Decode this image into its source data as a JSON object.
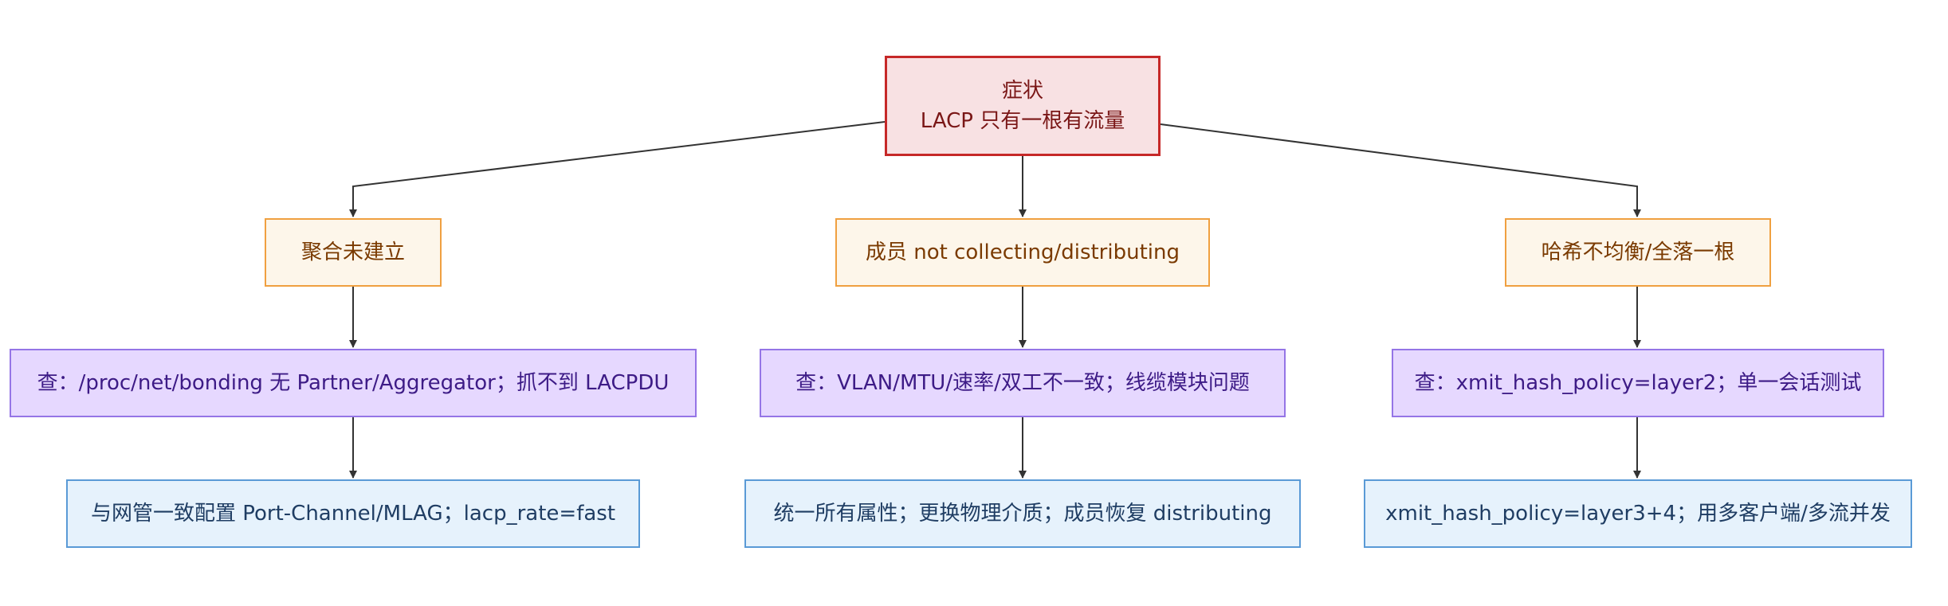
{
  "root": {
    "line1": "症状",
    "line2": "LACP 只有一根有流量"
  },
  "branches": [
    {
      "category": "聚合未建立",
      "check": "查：/proc/net/bonding 无 Partner/Aggregator；抓不到 LACPDU",
      "fix": "与网管一致配置 Port-Channel/MLAG；lacp_rate=fast"
    },
    {
      "category": "成员 not collecting/distributing",
      "check": "查：VLAN/MTU/速率/双工不一致；线缆模块问题",
      "fix": "统一所有属性；更换物理介质；成员恢复 distributing"
    },
    {
      "category": "哈希不均衡/全落一根",
      "check": "查：xmit_hash_policy=layer2；单一会话测试",
      "fix": "xmit_hash_policy=layer3+4；用多客户端/多流并发"
    }
  ],
  "colors": {
    "root_fill": "#f8e1e3",
    "root_border": "#c62828",
    "category_fill": "#fdf6ea",
    "category_border": "#f0a040",
    "check_fill": "#e6d8ff",
    "check_border": "#9575e6",
    "fix_fill": "#e6f2fc",
    "fix_border": "#5a9ad6",
    "edge": "#333333"
  }
}
